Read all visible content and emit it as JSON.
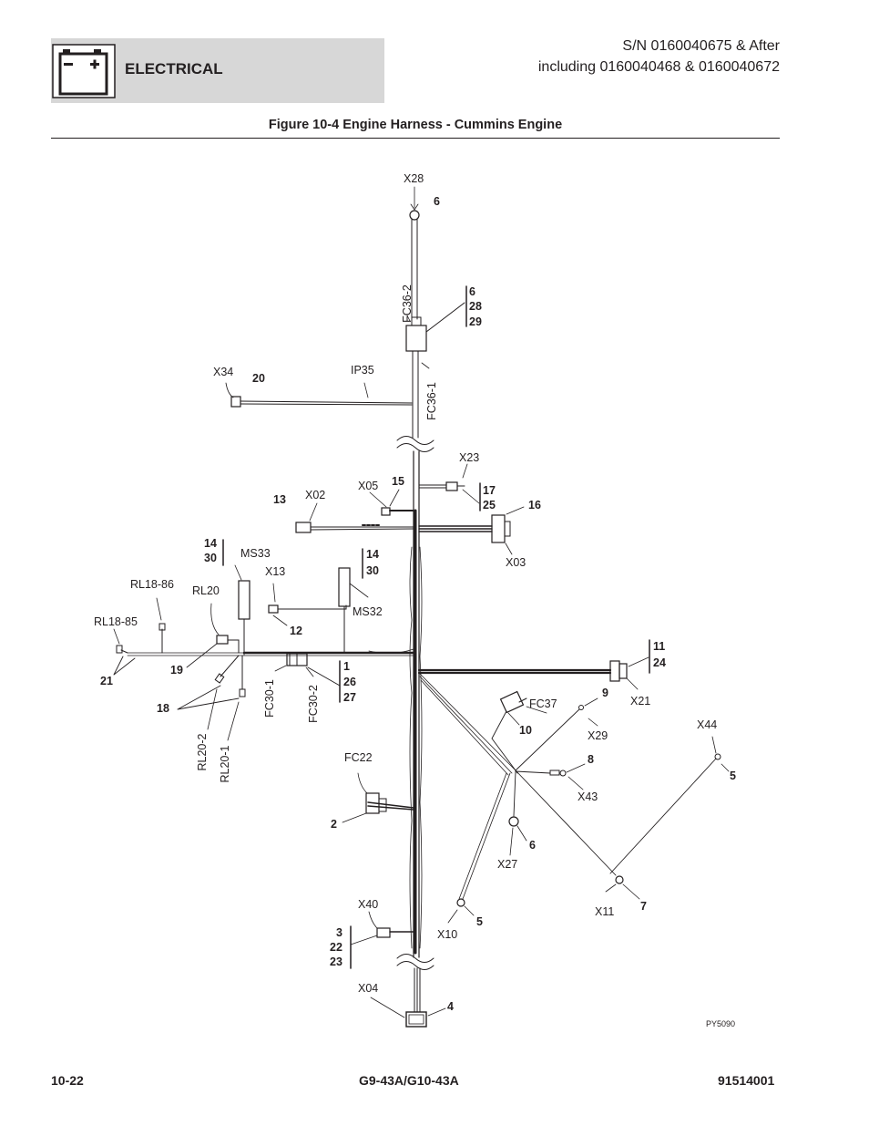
{
  "header": {
    "section": "ELECTRICAL",
    "serial_line1": "S/N 0160040675 & After",
    "serial_line2": "including 0160040468 & 0160040672"
  },
  "figure": {
    "title": "Figure 10-4 Engine Harness - Cummins Engine",
    "code": "PY5090"
  },
  "diagram": {
    "connectors": [
      "X28",
      "FC36-2",
      "FC36-1",
      "X34",
      "IP35",
      "X23",
      "X05",
      "X02",
      "X03",
      "MS33",
      "X13",
      "MS32",
      "RL18-86",
      "RL20",
      "RL18-85",
      "RL20-2",
      "RL20-1",
      "FC30-1",
      "FC30-2",
      "X21",
      "FC37",
      "X29",
      "X44",
      "FC22",
      "X43",
      "X27",
      "X11",
      "X10",
      "X40",
      "X04"
    ],
    "callouts": {
      "x28": "6",
      "fc36": [
        "6",
        "28",
        "29"
      ],
      "x34": "20",
      "x23": [
        "17",
        "25"
      ],
      "x05": "15",
      "x02": "13",
      "x03": "16",
      "ms33": [
        "14",
        "30"
      ],
      "ms32": [
        "14",
        "30"
      ],
      "x13": "12",
      "rl18": "21",
      "rl20": "19",
      "rl20_wires": "18",
      "fc30": [
        "1",
        "26",
        "27"
      ],
      "x21": [
        "11",
        "24"
      ],
      "fc37": "10",
      "x29": "9",
      "x44": "5",
      "x43": "8",
      "fc22": "2",
      "x27": "6",
      "x11": "7",
      "x10": "5",
      "x40": [
        "3",
        "22",
        "23"
      ],
      "x04": "4"
    }
  },
  "footer": {
    "page": "10-22",
    "model": "G9-43A/G10-43A",
    "doc": "91514001"
  }
}
